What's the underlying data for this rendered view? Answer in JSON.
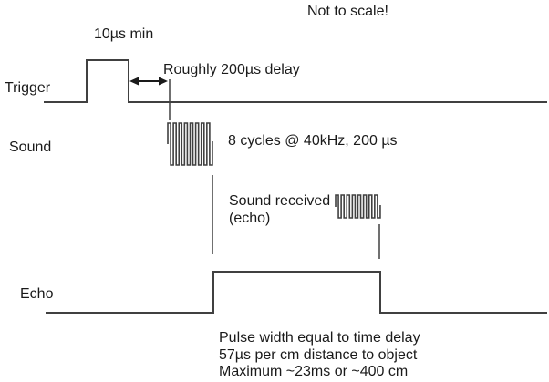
{
  "note_top": "Not to scale!",
  "trigger": {
    "label": "Trigger",
    "pulse_label": "10µs min",
    "delay_label": "Roughly 200µs delay"
  },
  "sound": {
    "label": "Sound",
    "burst_label": "8 cycles @ 40kHz, 200 µs",
    "received_line1": "Sound received",
    "received_line2": "(echo)"
  },
  "echo": {
    "label": "Echo",
    "note_line1": "Pulse width equal to time delay",
    "note_line2": "57µs per cm distance to object",
    "note_line3": "Maximum ~23ms or ~400 cm"
  },
  "colors": {
    "line": "#404040",
    "text": "#1a1a1a",
    "background": "#ffffff"
  }
}
